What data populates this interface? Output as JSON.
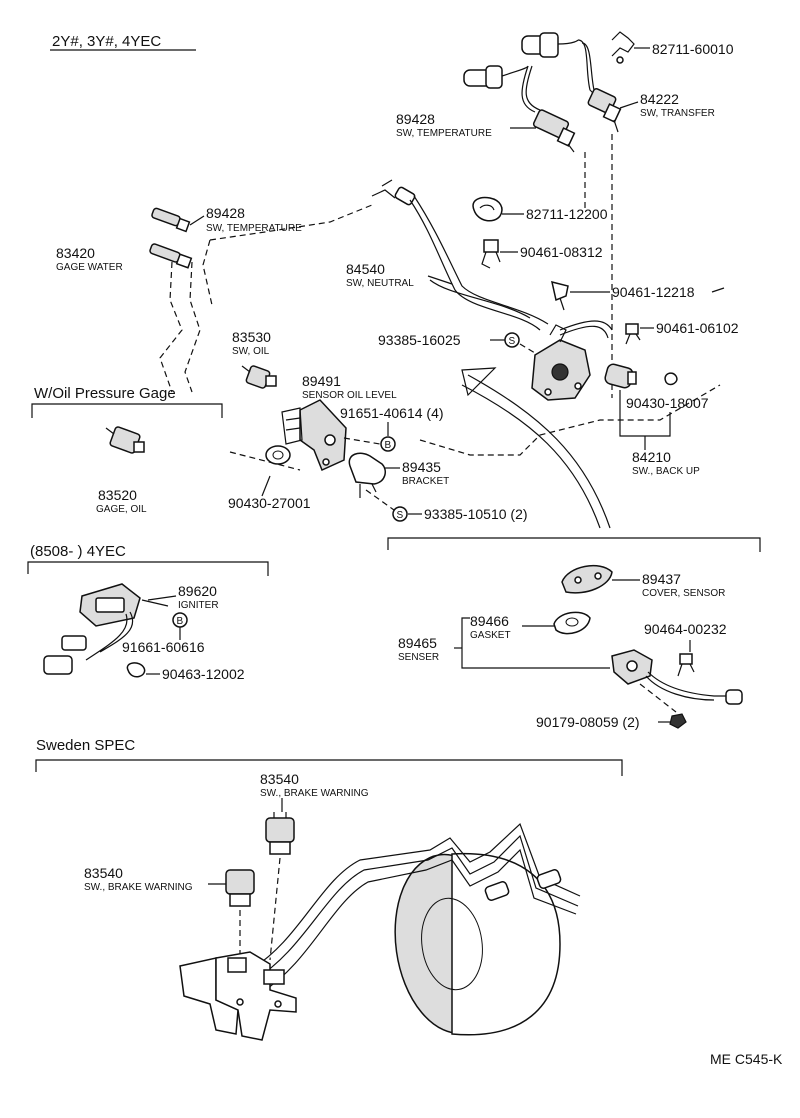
{
  "title": "2Y#, 3Y#, 4YEC",
  "diagram_code": "ME C545-K",
  "groups": {
    "oil_pressure": "W/Oil Pressure Gage",
    "production": "(8508-        ) 4YEC",
    "sweden": "Sweden SPEC"
  },
  "parts": [
    {
      "pn": "82711-60010"
    },
    {
      "pn": "84222",
      "desc": "SW, TRANSFER"
    },
    {
      "pn": "89428",
      "desc": "SW, TEMPERATURE"
    },
    {
      "pn": "89428",
      "desc": "SW, TEMPERATURE"
    },
    {
      "pn": "82711-12200"
    },
    {
      "pn": "83420",
      "desc": "GAGE WATER"
    },
    {
      "pn": "90461-08312"
    },
    {
      "pn": "84540",
      "desc": "SW, NEUTRAL"
    },
    {
      "pn": "90461-12218"
    },
    {
      "pn": "83530",
      "desc": "SW, OIL"
    },
    {
      "pn": "93385-16025"
    },
    {
      "pn": "90461-06102"
    },
    {
      "pn": "89491",
      "desc": "SENSOR OIL LEVEL"
    },
    {
      "pn": "91651-40614 (4)"
    },
    {
      "pn": "90430-18007"
    },
    {
      "pn": "89435",
      "desc": "BRACKET"
    },
    {
      "pn": "84210",
      "desc": "SW., BACK UP"
    },
    {
      "pn": "83520",
      "desc": "GAGE, OIL"
    },
    {
      "pn": "90430-27001"
    },
    {
      "pn": "93385-10510 (2)"
    },
    {
      "pn": "89620",
      "desc": "IGNITER"
    },
    {
      "pn": "89437",
      "desc": "COVER, SENSOR"
    },
    {
      "pn": "91661-60616"
    },
    {
      "pn": "89466",
      "desc": "GASKET"
    },
    {
      "pn": "89465",
      "desc": "SENSER"
    },
    {
      "pn": "90464-00232"
    },
    {
      "pn": "90463-12002"
    },
    {
      "pn": "90179-08059 (2)"
    },
    {
      "pn": "83540",
      "desc": "SW., BRAKE WARNING"
    },
    {
      "pn": "83540",
      "desc": "SW., BRAKE WARNING"
    }
  ],
  "callouts": {
    "s": "S",
    "b": "B"
  }
}
